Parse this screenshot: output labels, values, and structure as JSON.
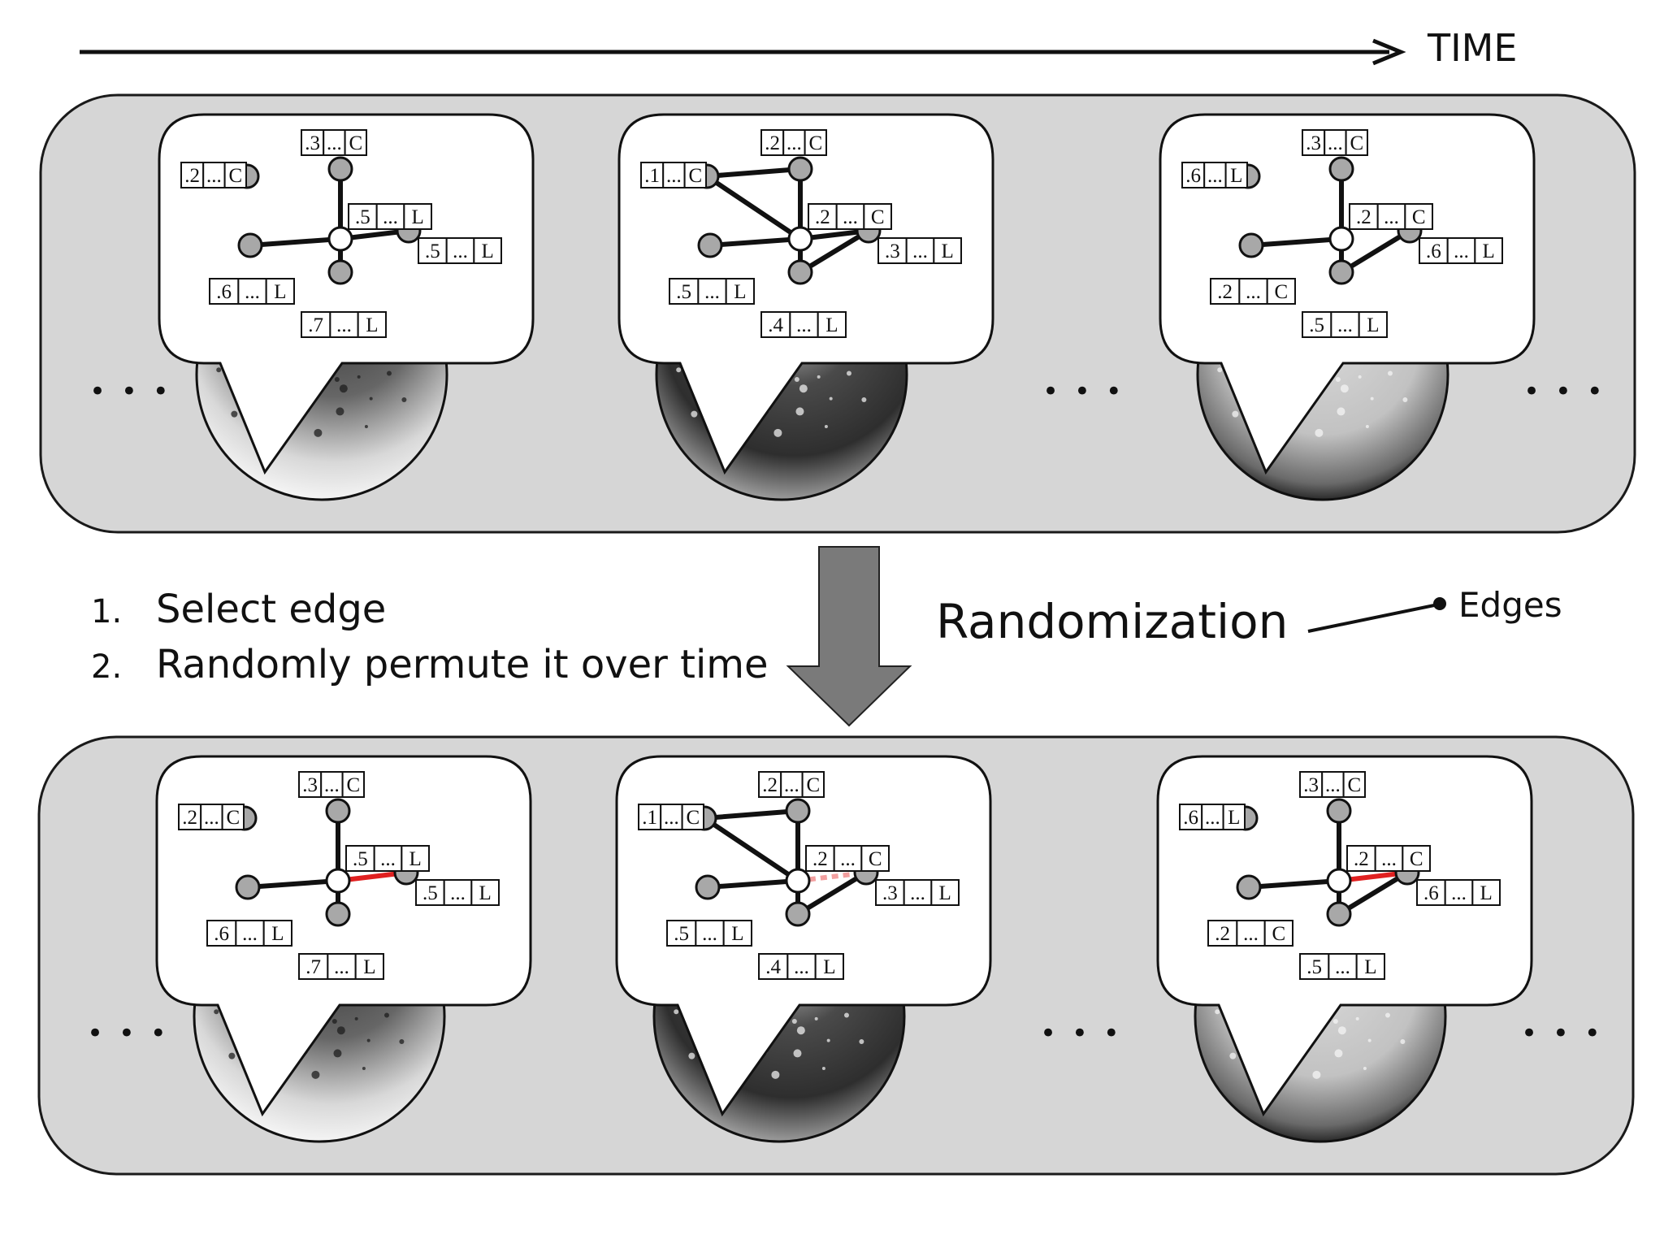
{
  "header": {
    "time_label": "TIME"
  },
  "steps": [
    {
      "number": "1.",
      "text": "Select edge"
    },
    {
      "number": "2.",
      "text": "Randomly permute it over time"
    }
  ],
  "randomization": {
    "title": "Randomization",
    "target": "Edges"
  },
  "ellipsis": "• • •",
  "colors": {
    "panel": "#d6d6d6",
    "arrow": "#7a7a7a",
    "permuted_edge": "#e02020",
    "removed_edge": "#f2a0a0",
    "node": "#a8a8a8"
  },
  "networks": [
    {
      "hub": "white-hub",
      "nodes": [
        {
          "id": "top",
          "label": [
            "3",
            "...",
            "C"
          ]
        },
        {
          "id": "left",
          "label": [
            "2",
            "...",
            "C"
          ]
        },
        {
          "id": "midr",
          "label": [
            "5",
            "...",
            "L"
          ]
        },
        {
          "id": "right",
          "label": [
            "5",
            "...",
            "L"
          ]
        },
        {
          "id": "bl",
          "label": [
            "6",
            "...",
            "L"
          ]
        },
        {
          "id": "bot",
          "label": [
            "7",
            "...",
            "L"
          ]
        }
      ]
    },
    {
      "hub": "white-hub",
      "nodes": [
        {
          "id": "top",
          "label": [
            "2",
            "...",
            "C"
          ]
        },
        {
          "id": "left",
          "label": [
            "1",
            "...",
            "C"
          ]
        },
        {
          "id": "midr",
          "label": [
            "2",
            "...",
            "C"
          ]
        },
        {
          "id": "right",
          "label": [
            "3",
            "...",
            "L"
          ]
        },
        {
          "id": "bl",
          "label": [
            "5",
            "...",
            "L"
          ]
        },
        {
          "id": "bot",
          "label": [
            "4",
            "...",
            "L"
          ]
        }
      ]
    },
    {
      "hub": "white-hub",
      "nodes": [
        {
          "id": "top",
          "label": [
            "3",
            "...",
            "C"
          ]
        },
        {
          "id": "left",
          "label": [
            "6",
            "...",
            "L"
          ]
        },
        {
          "id": "midr",
          "label": [
            "2",
            "...",
            "C"
          ]
        },
        {
          "id": "right",
          "label": [
            "6",
            "...",
            "L"
          ]
        },
        {
          "id": "bl",
          "label": [
            "2",
            "...",
            "C"
          ]
        },
        {
          "id": "bot",
          "label": [
            "5",
            "...",
            "L"
          ]
        }
      ]
    }
  ]
}
